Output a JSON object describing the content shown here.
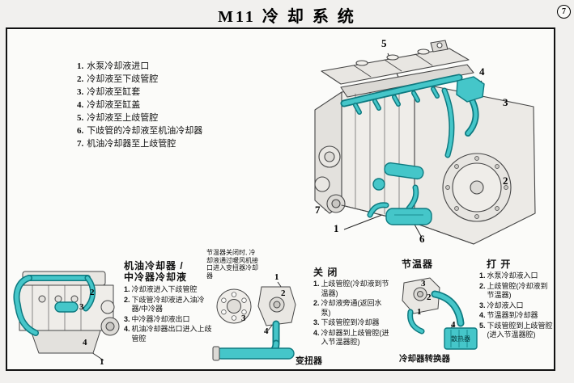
{
  "header": {
    "title": "M11 冷 却 系 统",
    "page_number": "7"
  },
  "colors": {
    "coolant_teal": "#45c6c9",
    "coolant_teal_dark": "#0e7a80"
  },
  "legend": {
    "items": [
      {
        "num": "1.",
        "text": "水泵冷却液进口"
      },
      {
        "num": "2.",
        "text": "冷却液至下歧管腔"
      },
      {
        "num": "3.",
        "text": "冷却液至缸套"
      },
      {
        "num": "4.",
        "text": "冷却液至缸盖"
      },
      {
        "num": "5.",
        "text": "冷却液至上歧管腔"
      },
      {
        "num": "6.",
        "text": "下歧管的冷却液至机油冷却器"
      },
      {
        "num": "7.",
        "text": "机油冷却器至上歧管腔"
      }
    ]
  },
  "main_diagram": {
    "callouts": [
      {
        "label": "5"
      },
      {
        "label": "4"
      },
      {
        "label": "3"
      },
      {
        "label": "2"
      },
      {
        "label": "7"
      },
      {
        "label": "1"
      },
      {
        "label": "6"
      }
    ]
  },
  "oil_cooler_section": {
    "heading_line1": "机油冷却器 /",
    "heading_line2": "中冷器冷却液",
    "items": [
      {
        "num": "1.",
        "text": "冷却液进入下歧管腔"
      },
      {
        "num": "2.",
        "text": "下歧管冷却液进入油冷器/中冷器"
      },
      {
        "num": "3.",
        "text": "中冷器冷却液出口"
      },
      {
        "num": "4.",
        "text": "机油冷却器出口进入上歧管腔"
      }
    ],
    "callouts": [
      {
        "label": "2"
      },
      {
        "label": "3"
      },
      {
        "label": "4"
      },
      {
        "label": "1"
      }
    ]
  },
  "converter_section": {
    "note": "节温器关闭时, 冷却液通过暖风机接口进入变扭器冷却器",
    "label": "变扭器",
    "callouts": [
      {
        "label": "1"
      },
      {
        "label": "2"
      },
      {
        "label": "3"
      },
      {
        "label": "4"
      }
    ]
  },
  "closed_section": {
    "heading": "关 闭",
    "items": [
      {
        "num": "1.",
        "text": "上歧管腔(冷却液到节温器)"
      },
      {
        "num": "2.",
        "text": "冷却液旁通(返回水泵)"
      },
      {
        "num": "3.",
        "text": "下歧管腔到冷却器"
      },
      {
        "num": "4.",
        "text": "冷却器到上歧管腔(进入节温器腔)"
      }
    ]
  },
  "thermostat_section": {
    "heading": "节温器",
    "caption": "冷却器转换器",
    "radiator_label": "散热器",
    "callouts": [
      {
        "label": "3"
      },
      {
        "label": "2"
      },
      {
        "label": "1"
      },
      {
        "label": "4"
      }
    ]
  },
  "open_section": {
    "heading": "打 开",
    "items": [
      {
        "num": "1.",
        "text": "水泵冷却液入口"
      },
      {
        "num": "2.",
        "text": "上歧管腔(冷却液到节温器)"
      },
      {
        "num": "3.",
        "text": "冷却液入口"
      },
      {
        "num": "4.",
        "text": "节温器到冷却器"
      },
      {
        "num": "5.",
        "text": "下歧管腔到上歧管腔(进入节温器腔)"
      }
    ]
  }
}
